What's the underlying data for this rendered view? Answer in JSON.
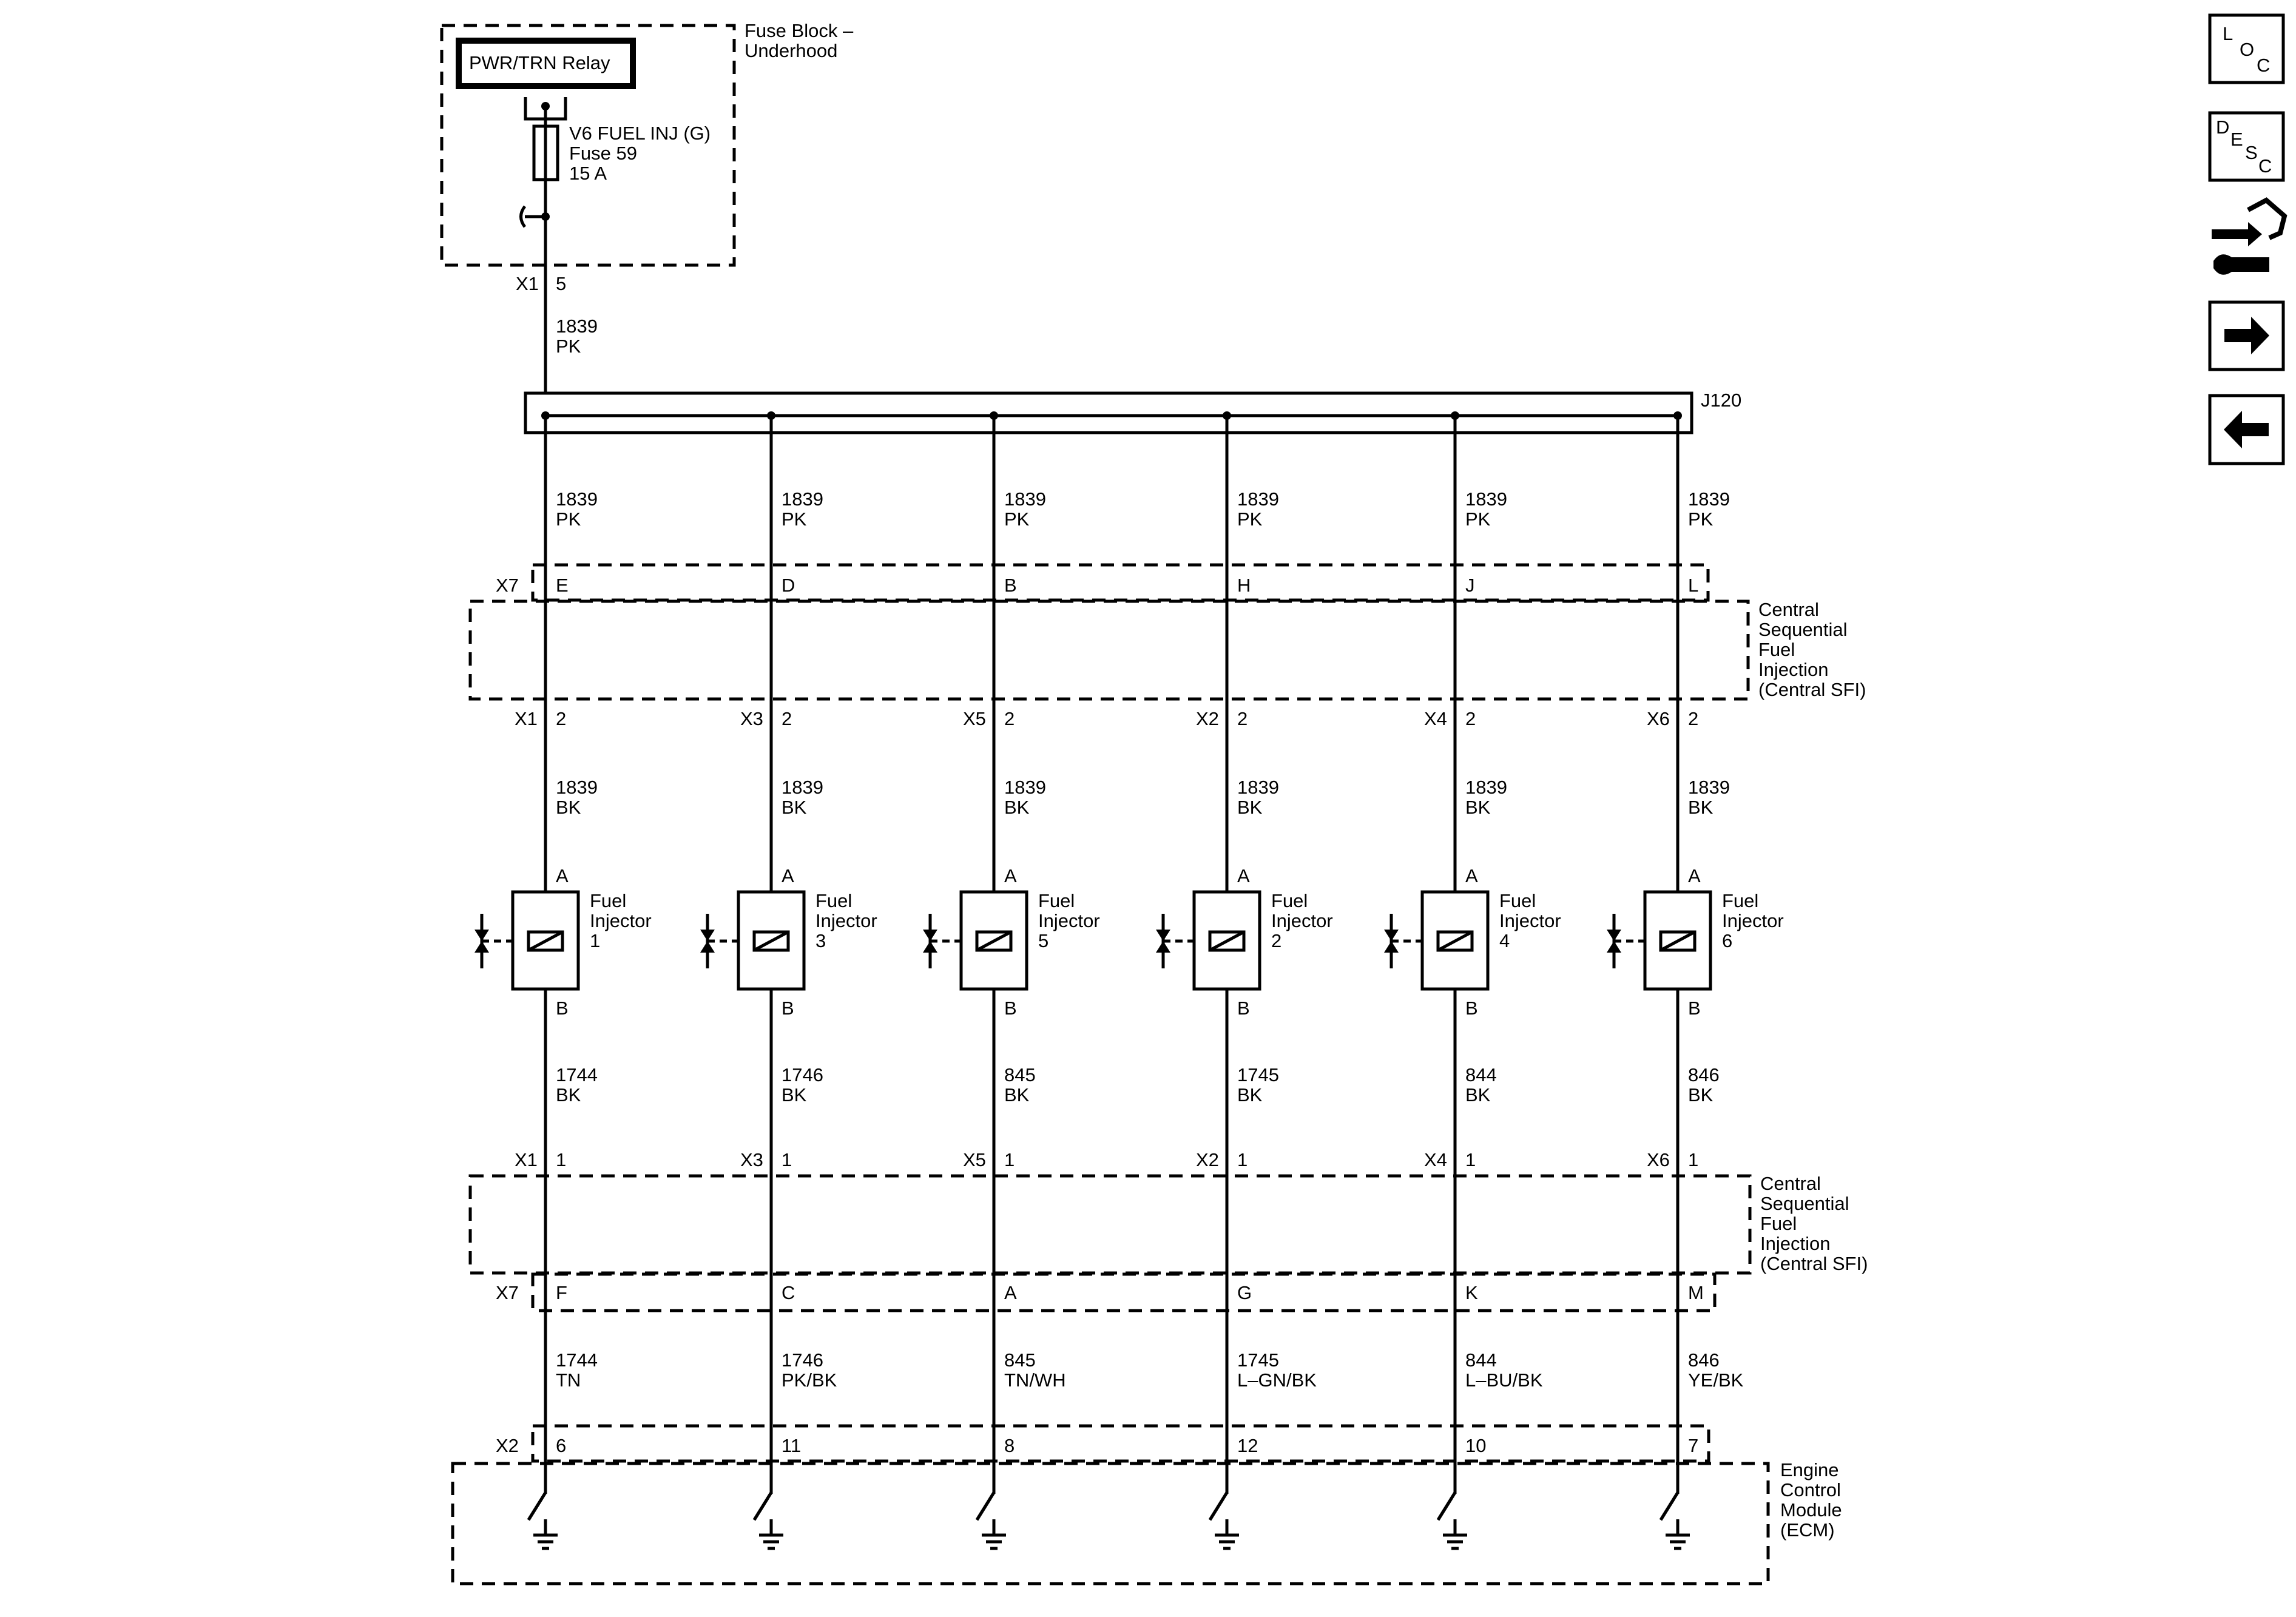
{
  "fuse_block": {
    "title_line1": "Fuse Block –",
    "title_line2": "Underhood",
    "relay_label": "PWR/TRN Relay",
    "fuse_name": "V6 FUEL INJ (G)",
    "fuse_number": "Fuse 59",
    "fuse_rating": "15 A",
    "out_connector": "X1",
    "out_pin": "5"
  },
  "feed_wire": {
    "circuit": "1839",
    "color": "PK"
  },
  "splice": {
    "label": "J120"
  },
  "upper_module": {
    "connector_top": "X7",
    "label_lines": [
      "Central",
      "Sequential",
      "Fuel",
      "Injection",
      "(Central SFI)"
    ]
  },
  "lower_module": {
    "connector_bottom": "X7",
    "label_lines": [
      "Central",
      "Sequential",
      "Fuel",
      "Injection",
      "(Central SFI)"
    ]
  },
  "ecm": {
    "connector": "X2",
    "label_lines": [
      "Engine",
      "Control",
      "Module",
      "(ECM)"
    ]
  },
  "branches": [
    {
      "splice_wire": {
        "circuit": "1839",
        "color": "PK"
      },
      "x7_top_pin": "E",
      "inj_connector": "X1",
      "inj_pin_a": "2",
      "inj_wire": {
        "circuit": "1839",
        "color": "BK"
      },
      "pin_a": "A",
      "injector_label": [
        "Fuel",
        "Injector",
        "1"
      ],
      "pin_b": "B",
      "ctrl_wire": {
        "circuit": "1744",
        "color": "BK"
      },
      "ctrl_connector": "X1",
      "ctrl_pin": "1",
      "x7_bottom_pin": "F",
      "ecm_wire": {
        "circuit": "1744",
        "color": "TN"
      },
      "ecm_pin": "6"
    },
    {
      "splice_wire": {
        "circuit": "1839",
        "color": "PK"
      },
      "x7_top_pin": "D",
      "inj_connector": "X3",
      "inj_pin_a": "2",
      "inj_wire": {
        "circuit": "1839",
        "color": "BK"
      },
      "pin_a": "A",
      "injector_label": [
        "Fuel",
        "Injector",
        "3"
      ],
      "pin_b": "B",
      "ctrl_wire": {
        "circuit": "1746",
        "color": "BK"
      },
      "ctrl_connector": "X3",
      "ctrl_pin": "1",
      "x7_bottom_pin": "C",
      "ecm_wire": {
        "circuit": "1746",
        "color": "PK/BK"
      },
      "ecm_pin": "11"
    },
    {
      "splice_wire": {
        "circuit": "1839",
        "color": "PK"
      },
      "x7_top_pin": "B",
      "inj_connector": "X5",
      "inj_pin_a": "2",
      "inj_wire": {
        "circuit": "1839",
        "color": "BK"
      },
      "pin_a": "A",
      "injector_label": [
        "Fuel",
        "Injector",
        "5"
      ],
      "pin_b": "B",
      "ctrl_wire": {
        "circuit": "845",
        "color": "BK"
      },
      "ctrl_connector": "X5",
      "ctrl_pin": "1",
      "x7_bottom_pin": "A",
      "ecm_wire": {
        "circuit": "845",
        "color": "TN/WH"
      },
      "ecm_pin": "8"
    },
    {
      "splice_wire": {
        "circuit": "1839",
        "color": "PK"
      },
      "x7_top_pin": "H",
      "inj_connector": "X2",
      "inj_pin_a": "2",
      "inj_wire": {
        "circuit": "1839",
        "color": "BK"
      },
      "pin_a": "A",
      "injector_label": [
        "Fuel",
        "Injector",
        "2"
      ],
      "pin_b": "B",
      "ctrl_wire": {
        "circuit": "1745",
        "color": "BK"
      },
      "ctrl_connector": "X2",
      "ctrl_pin": "1",
      "x7_bottom_pin": "G",
      "ecm_wire": {
        "circuit": "1745",
        "color": "L–GN/BK"
      },
      "ecm_pin": "12"
    },
    {
      "splice_wire": {
        "circuit": "1839",
        "color": "PK"
      },
      "x7_top_pin": "J",
      "inj_connector": "X4",
      "inj_pin_a": "2",
      "inj_wire": {
        "circuit": "1839",
        "color": "BK"
      },
      "pin_a": "A",
      "injector_label": [
        "Fuel",
        "Injector",
        "4"
      ],
      "pin_b": "B",
      "ctrl_wire": {
        "circuit": "844",
        "color": "BK"
      },
      "ctrl_connector": "X4",
      "ctrl_pin": "1",
      "x7_bottom_pin": "K",
      "ecm_wire": {
        "circuit": "844",
        "color": "L–BU/BK"
      },
      "ecm_pin": "10"
    },
    {
      "splice_wire": {
        "circuit": "1839",
        "color": "PK"
      },
      "x7_top_pin": "L",
      "inj_connector": "X6",
      "inj_pin_a": "2",
      "inj_wire": {
        "circuit": "1839",
        "color": "BK"
      },
      "pin_a": "A",
      "injector_label": [
        "Fuel",
        "Injector",
        "6"
      ],
      "pin_b": "B",
      "ctrl_wire": {
        "circuit": "846",
        "color": "BK"
      },
      "ctrl_connector": "X6",
      "ctrl_pin": "1",
      "x7_bottom_pin": "M",
      "ecm_wire": {
        "circuit": "846",
        "color": "YE/BK"
      },
      "ecm_pin": "7"
    }
  ],
  "nav": {
    "loc": {
      "icon": "location-icon",
      "letters": [
        "L",
        "O",
        "C"
      ]
    },
    "desc": {
      "icon": "description-icon",
      "letters": [
        "D",
        "E",
        "S",
        "C"
      ]
    },
    "diag": {
      "icon": "diagnostic-tools-icon"
    },
    "next": {
      "icon": "arrow-right-icon"
    },
    "prev": {
      "icon": "arrow-left-icon"
    }
  }
}
